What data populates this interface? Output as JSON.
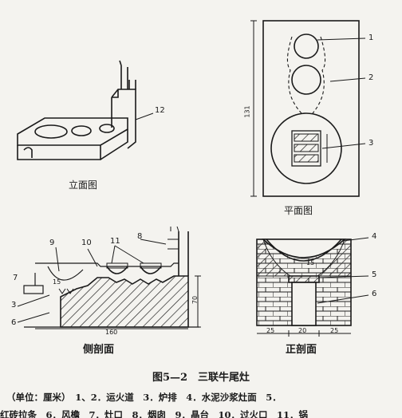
{
  "views": {
    "elevation_title": "立面图",
    "plan_title": "平面图",
    "side_section_title": "侧剖面",
    "front_section_title": "正剖面"
  },
  "elevation": {
    "callouts": [
      "12"
    ]
  },
  "plan": {
    "callouts": [
      "1",
      "2",
      "3"
    ],
    "dimension": "131"
  },
  "side_section": {
    "callouts": [
      "9",
      "10",
      "11",
      "8",
      "7",
      "3",
      "6"
    ],
    "inner_label": "15",
    "height_dim": "70",
    "length_dim": "160"
  },
  "front_section": {
    "callouts": [
      "4",
      "5",
      "6"
    ],
    "inner_label": "15",
    "width_dims": [
      "25",
      "20",
      "25"
    ]
  },
  "caption": "图5—2　三联牛尾灶",
  "note_line1": "（单位：厘米）　1、2．运火道　3．炉排　4．水泥沙浆灶面　5．",
  "note_line2": "红砖拉条　6．风檐　7．灶口　8．烟囱　9．晶台　10．过火口　11．锅"
}
